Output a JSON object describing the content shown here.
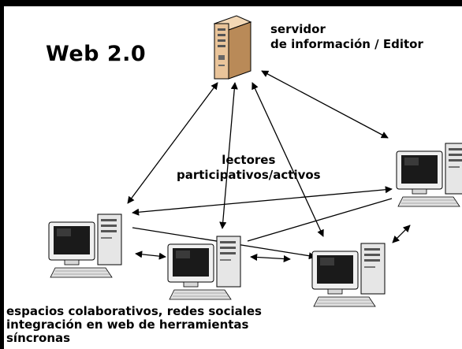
{
  "title": "Web 2.0",
  "server": {
    "label_line1": "servidor",
    "label_line2": "de información / Editor"
  },
  "center_label": {
    "line1": "lectores",
    "line2": "participativos/activos"
  },
  "bottom_label": {
    "line1": "espacios colaborativos, redes sociales",
    "line2": "integración en web de herramientas",
    "line3": "síncronas"
  },
  "icons": {
    "server": "server-tower-icon",
    "computers": [
      "computer-left-icon",
      "computer-center-icon",
      "computer-right-bottom-icon",
      "computer-right-top-icon"
    ]
  }
}
